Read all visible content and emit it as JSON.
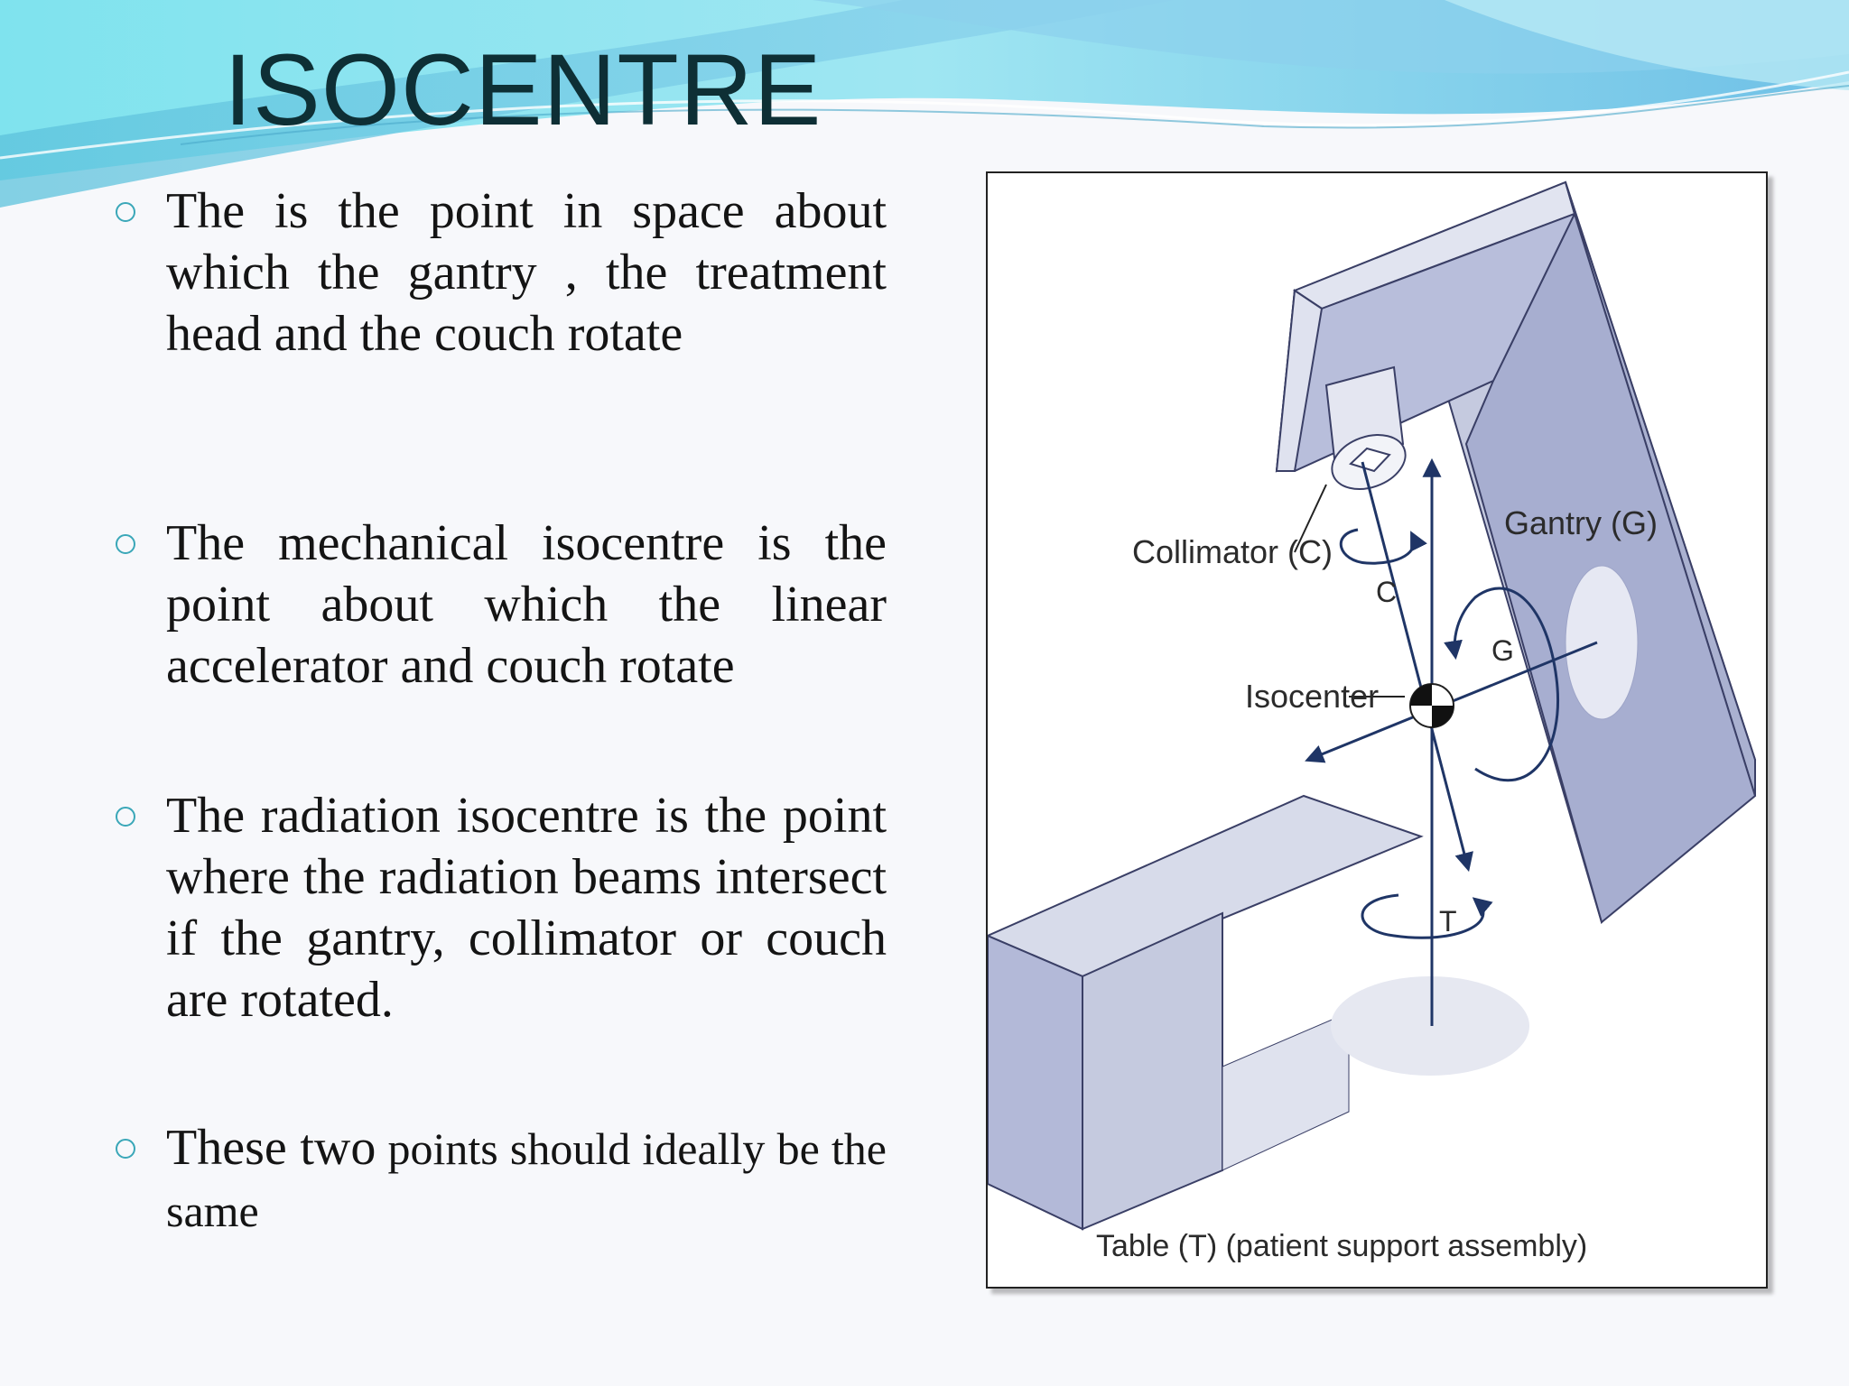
{
  "slide": {
    "title": "ISOCENTRE",
    "bullets": [
      {
        "text": "The is the point in space about which the gantry , the treatment head and the couch rotate"
      },
      {
        "text": "The mechanical isocentre is the point about which the linear accelerator and couch rotate"
      },
      {
        "text": "The radiation isocentre is the point where the radiation beams intersect if the gantry, collimator or couch  are rotated."
      },
      {
        "text_large": "These two",
        "text_small": " points should ideally be the same"
      }
    ]
  },
  "figure": {
    "labels": {
      "collimator": "Collimator (C)",
      "gantry": "Gantry (G)",
      "isocenter": "Isocenter",
      "table": "Table (T) (patient support assembly)",
      "c": "C",
      "g": "G",
      "t": "T"
    },
    "colors": {
      "gantry_face": "#c5cadf",
      "gantry_dark": "#9ea5c8",
      "outline": "#3a3f66",
      "arrow": "#1f3566"
    }
  }
}
